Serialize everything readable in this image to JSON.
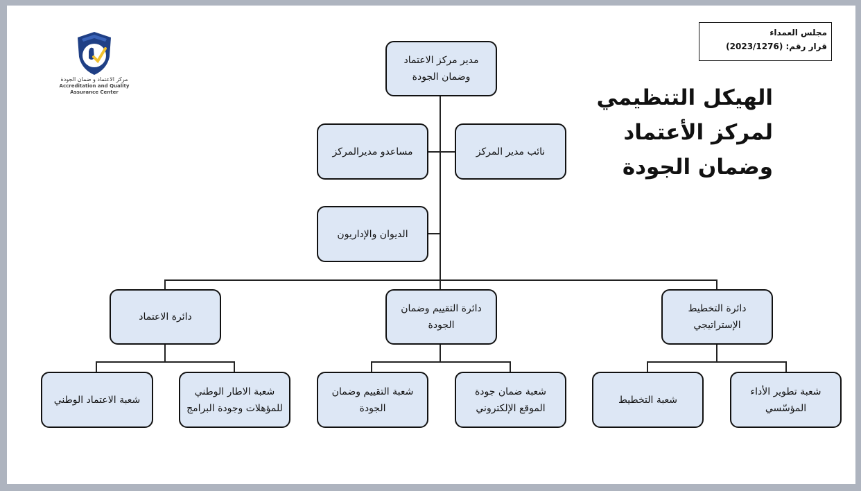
{
  "logo": {
    "text_ar": "مركز الاعتماد و ضمان الجودة",
    "text_en_1": "Accreditation and Quality",
    "text_en_2": "Assurance Center"
  },
  "council": {
    "line1": "مجلس العمداء",
    "line2": "قرار رقم: (2023/1276)"
  },
  "title": {
    "line1": "الهيكل التنظيمي",
    "line2": "لمركز الأعتماد",
    "line3": "وضمان الجودة"
  },
  "nodes": {
    "director": "مدير مركز الاعتماد وضمان الجودة",
    "deputy": "نائب مدير المركز",
    "assistants": "مساعدو مديرالمركز",
    "admin": "الديوان والإداريون",
    "strategic_dept": "دائرة التخطيط الإستراتيجي",
    "evaluation_dept": "دائرة التقييم وضمان الجودة",
    "accreditation_dept": "دائرة الاعتماد",
    "inst_perf": "شعبة تطوير الأداء المؤسّسي",
    "planning": "شعبة التخطيط",
    "eweb_quality": "شعبة ضمان جودة الموقع الإلكتروني",
    "eval_quality": "شعبة التقييم وضمان الجودة",
    "nqf": "شعبة الاطار الوطني للمؤهلات وجودة البرامج",
    "national_accr": "شعبة الاعتماد الوطني"
  },
  "colors": {
    "box_fill": "#dde7f5",
    "logo_blue": "#1f3f85",
    "logo_yellow": "#f2c12e"
  }
}
